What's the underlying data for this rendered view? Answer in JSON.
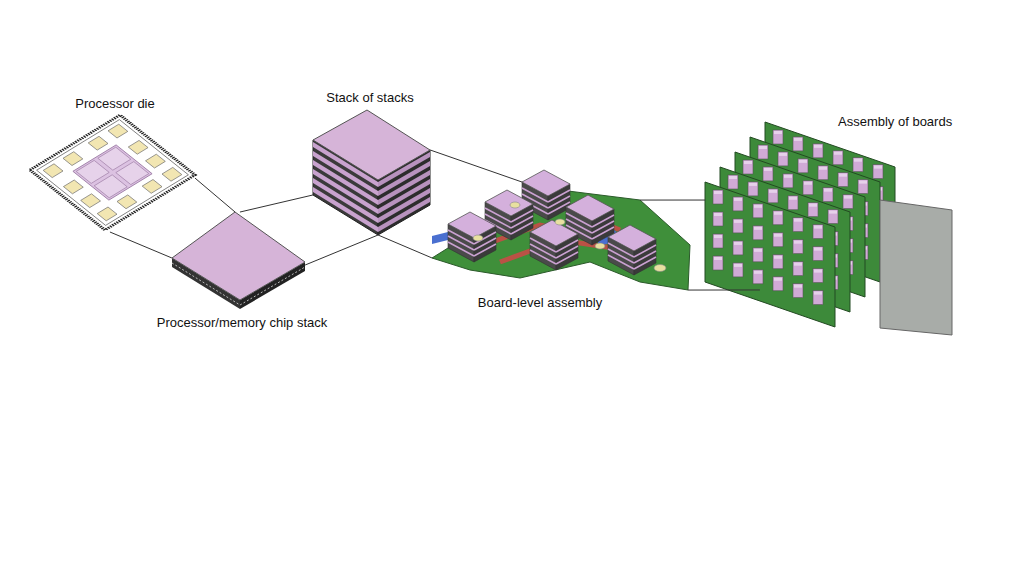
{
  "diagram": {
    "nodes": [
      {
        "text": [
          "Processor die"
        ]
      },
      {
        "text": [
          "Stack of stacks"
        ]
      },
      {
        "text": [
          "Processor/memory chip stack"
        ]
      },
      {
        "text": [
          "Board-level assembly"
        ]
      },
      {
        "text": [
          "Assembly of boards"
        ]
      }
    ],
    "edges": [
      {
        "from": 0,
        "to": 2,
        "arrow": "none"
      },
      {
        "from": 2,
        "to": 1,
        "arrow": "none"
      },
      {
        "from": 1,
        "to": 3,
        "arrow": "none"
      },
      {
        "from": 3,
        "to": 4,
        "arrow": "none"
      }
    ]
  }
}
